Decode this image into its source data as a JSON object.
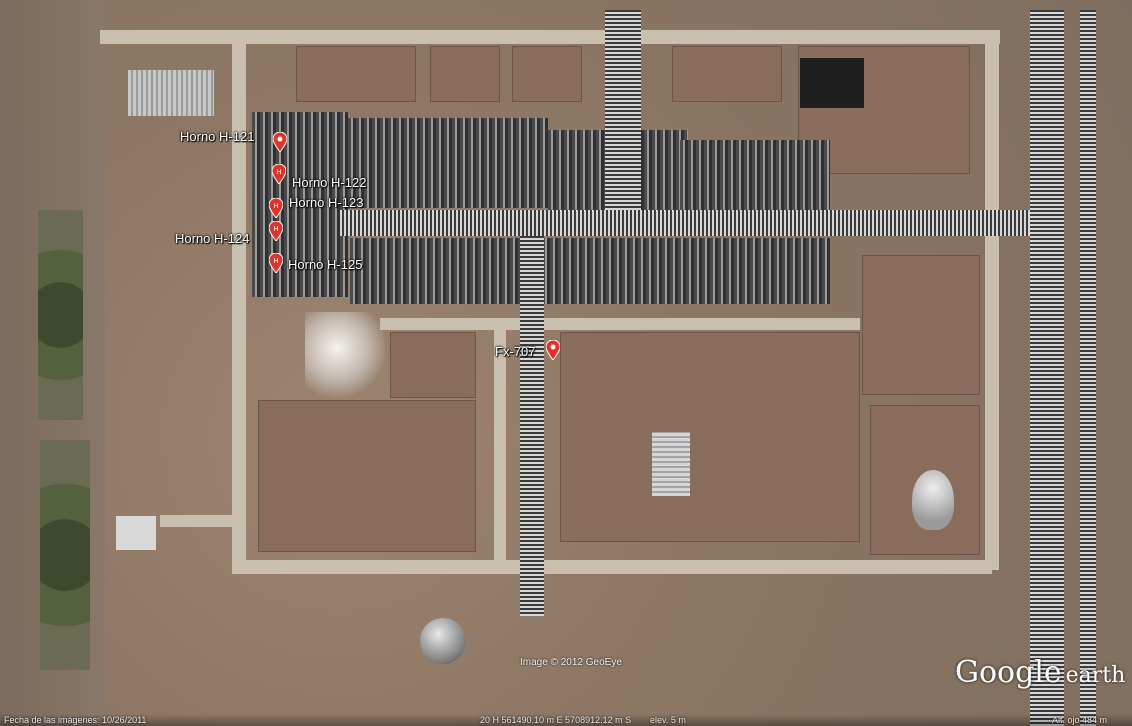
{
  "map": {
    "markers": [
      {
        "label": "Horno H-121",
        "color": "#e0342a"
      },
      {
        "label": "Horno H-122",
        "color": "#e0342a"
      },
      {
        "label": "Horno H-123",
        "color": "#e0342a"
      },
      {
        "label": "Horno H-124",
        "color": "#e0342a"
      },
      {
        "label": "Horno H-125",
        "color": "#e0342a"
      },
      {
        "label": "Fx-707",
        "color": "#e0342a"
      }
    ],
    "marker_glyph": "H",
    "credit": "Image © 2012 GeoEye",
    "logo": {
      "word": "Google",
      "suffix": "earth"
    }
  },
  "status": {
    "imagery_date": "Fecha de las imágenes: 10/26/2011",
    "coords": "20 H 561490.10 m E 5708912.12 m S",
    "elevation": "elev.    5 m",
    "eye_alt": "Alt. ojo    484 m"
  }
}
